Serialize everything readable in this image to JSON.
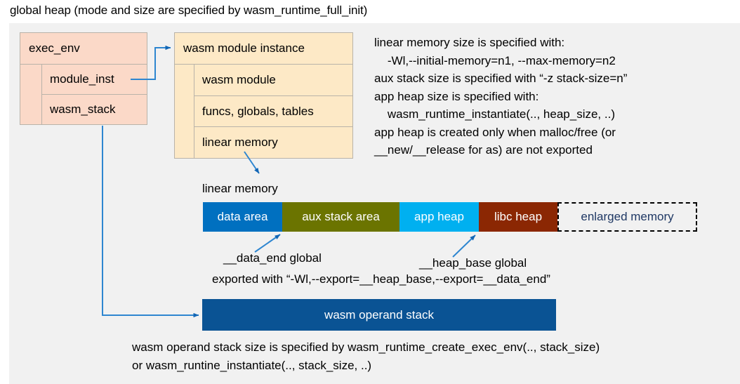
{
  "page": {
    "title": "global heap (mode and size are specified by wasm_runtime_full_init)"
  },
  "exec_env": {
    "header": "exec_env",
    "fields": [
      {
        "label": "module_inst"
      },
      {
        "label": "wasm_stack"
      }
    ]
  },
  "module_instance": {
    "header": "wasm module instance",
    "fields": [
      {
        "label": "wasm module"
      },
      {
        "label": "funcs, globals, tables"
      },
      {
        "label": "linear memory"
      }
    ]
  },
  "notes": {
    "text": "linear memory size is specified with:\n    -Wl,--initial-memory=n1, --max-memory=n2\naux stack size is specified with “-z stack-size=n”\napp heap size is specified with:\n    wasm_runtime_instantiate(.., heap_size, ..)\napp heap is created only when malloc/free (or\n__new/__release for as) are not exported"
  },
  "linear_memory": {
    "label": "linear memory",
    "segments": [
      {
        "label": "data area",
        "color": "#0070c0",
        "width": 113,
        "text_color": "#ffffff",
        "dashed": false
      },
      {
        "label": "aux stack area",
        "color": "#6b7400",
        "width": 167,
        "text_color": "#ffffff",
        "dashed": false
      },
      {
        "label": "app heap",
        "color": "#00b0f0",
        "width": 113,
        "text_color": "#ffffff",
        "dashed": false
      },
      {
        "label": "libc heap",
        "color": "#8b2703",
        "width": 112,
        "text_color": "#ffffff",
        "dashed": false
      },
      {
        "label": "enlarged memory",
        "color": "#f1f1f1",
        "width": 199,
        "text_color": "#1f3864",
        "dashed": true
      }
    ],
    "annotations": {
      "data_end": "__data_end global",
      "heap_base": "__heap_base global",
      "exported": "exported with “-Wl,--export=__heap_base,--export=__data_end”"
    }
  },
  "operand_stack": {
    "label": "wasm operand stack",
    "note": "wasm operand stack size is specified by wasm_runtime_create_exec_env(.., stack_size)\nor wasm_runtine_instantiate(.., stack_size, ..)"
  },
  "theme": {
    "panel_bg": "#f1f1f1",
    "exec_env_fill": "#fbd9c8",
    "module_fill": "#fde9c6",
    "connector": "#2e86d0",
    "operand_stack_fill": "#0a5394"
  }
}
